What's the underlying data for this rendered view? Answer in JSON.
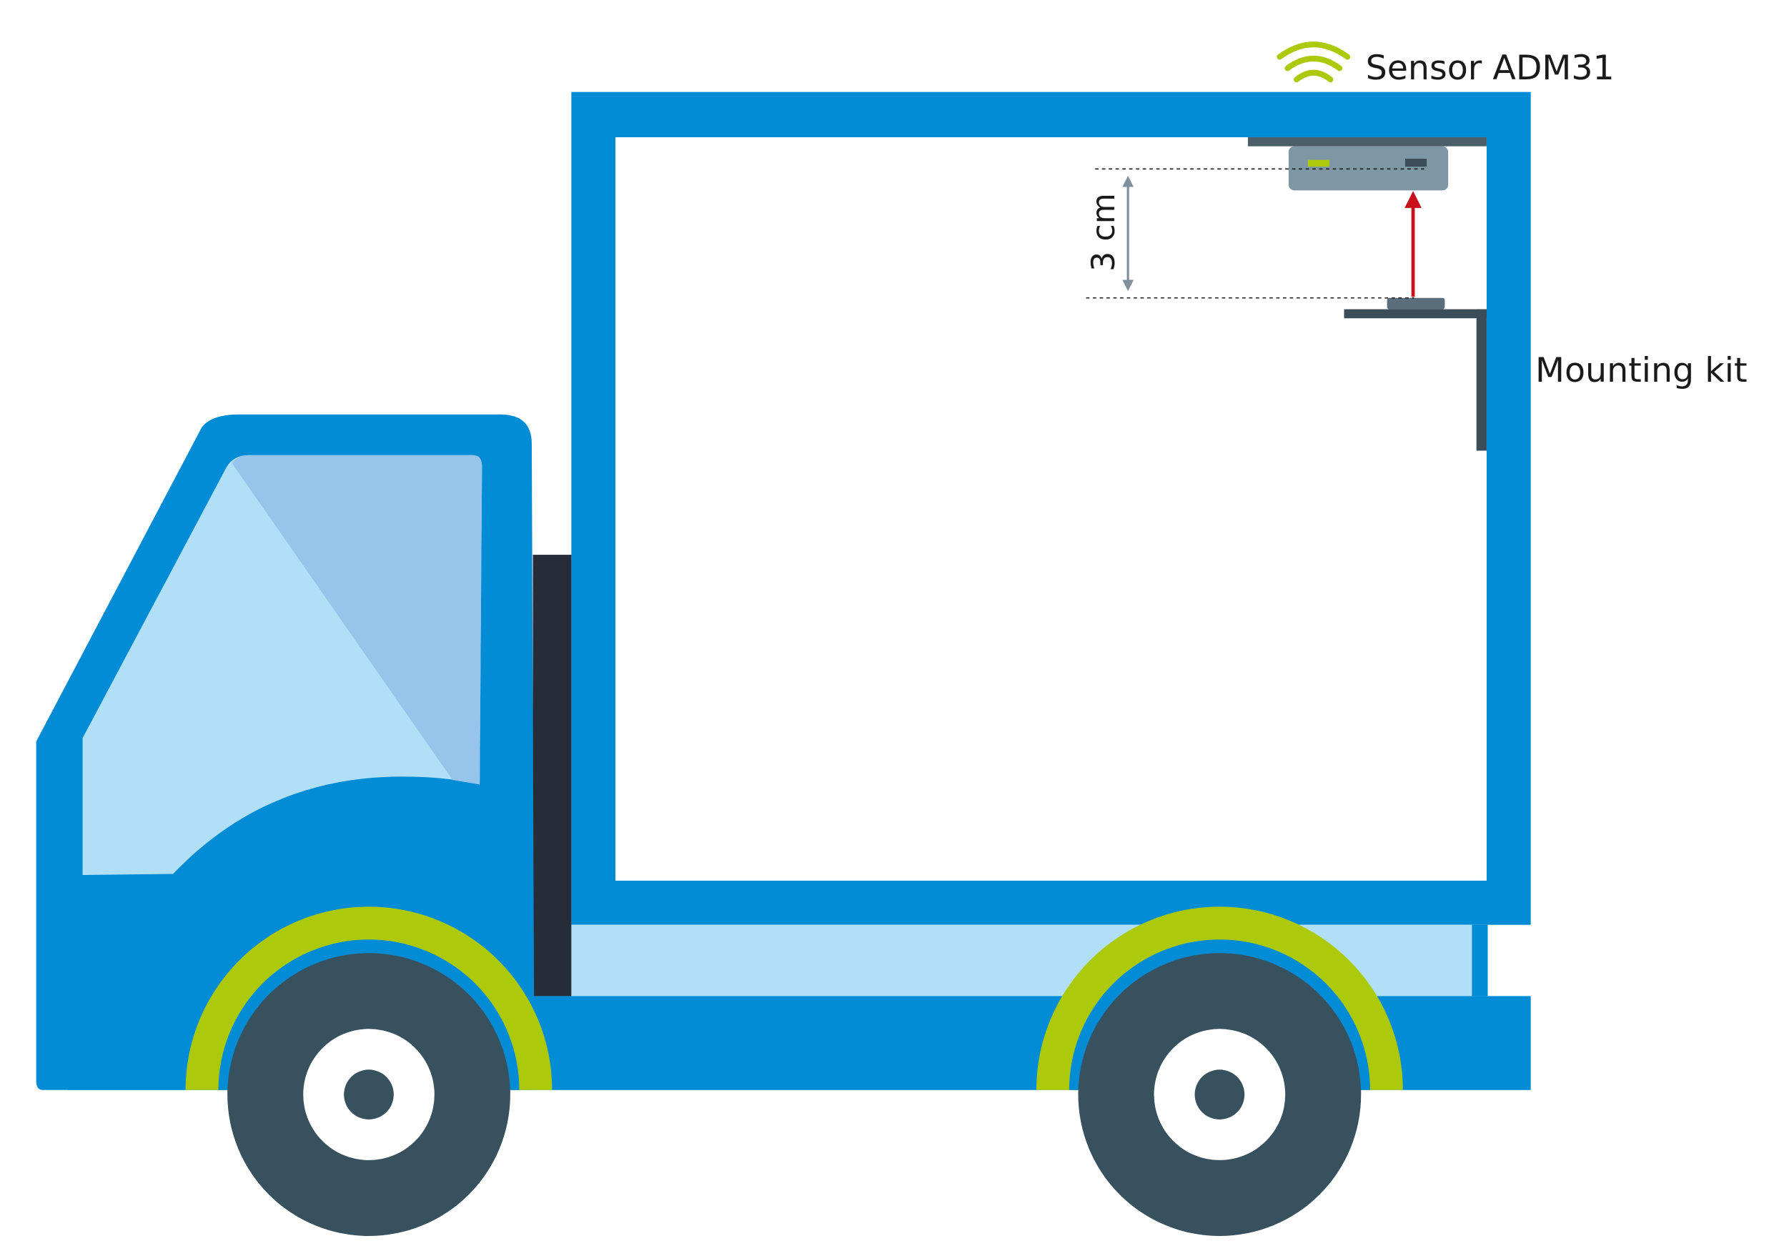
{
  "labels": {
    "sensor": "Sensor ADM31",
    "mounting_kit": "Mounting kit",
    "distance": "3 cm"
  },
  "colors": {
    "truck_blue": "#028cd6",
    "light_blue": "#b1dff7",
    "window_shade": "#97c4ea",
    "fender_green": "#acc90c",
    "tire": "#38515e",
    "dark_panel": "#262c38",
    "bracket": "#3a4d58",
    "sensor_body": "#7d97a5",
    "arrow_red": "#c8111c",
    "dim_gray": "#7f909c"
  },
  "icons": {
    "wireless": "wireless-signal-icon"
  }
}
